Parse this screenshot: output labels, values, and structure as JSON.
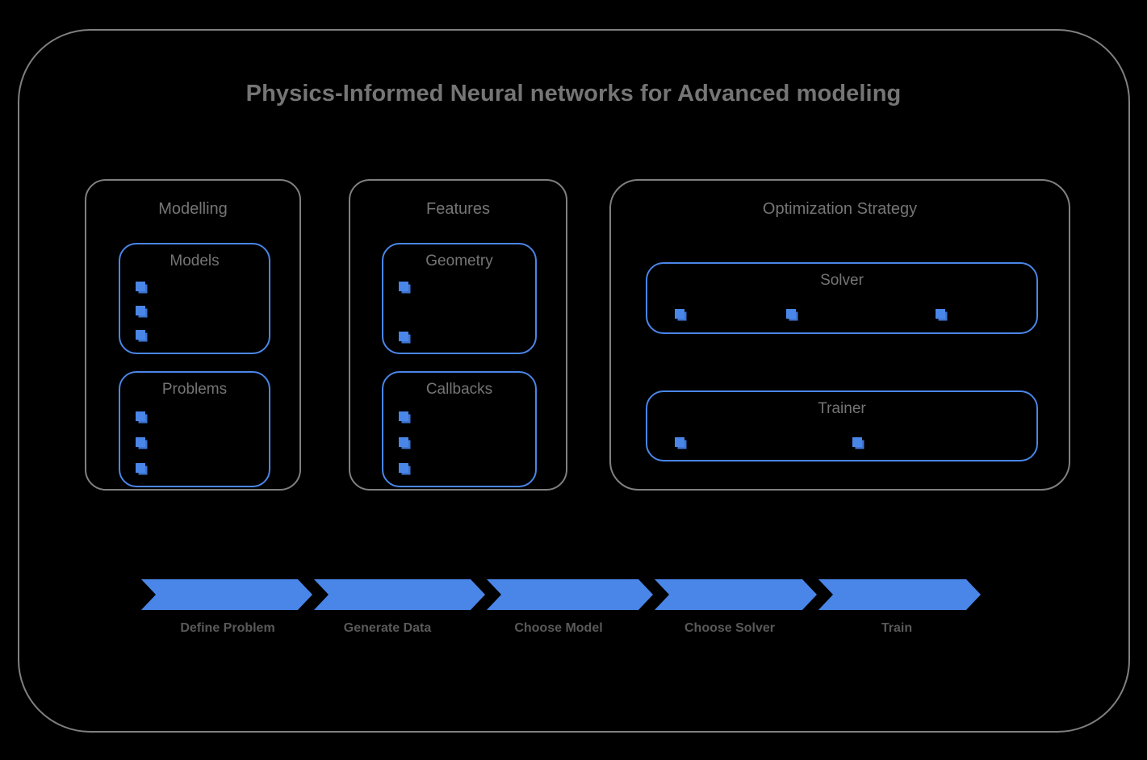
{
  "diagram": {
    "title": "Physics-Informed Neural networks for Advanced modeling",
    "colors": {
      "background": "#000000",
      "frame_border": "#808080",
      "panel_border": "#808080",
      "accent_blue": "#4a86e8",
      "accent_blue_shadow": "#3d74cf",
      "title_text": "#757575",
      "label_text": "#757575",
      "pipeline_label_text": "#595959"
    },
    "groups": [
      {
        "name": "modelling",
        "title": "Modelling",
        "boxes": [
          {
            "name": "models",
            "title": "Models",
            "bullet_count": 3
          },
          {
            "name": "problems",
            "title": "Problems",
            "bullet_count": 3
          }
        ]
      },
      {
        "name": "features",
        "title": "Features",
        "boxes": [
          {
            "name": "geometry",
            "title": "Geometry",
            "bullet_count": 2
          },
          {
            "name": "callbacks",
            "title": "Callbacks",
            "bullet_count": 3
          }
        ]
      },
      {
        "name": "optimization-strategy",
        "title": "Optimization Strategy",
        "boxes": [
          {
            "name": "solver",
            "title": "Solver",
            "bullet_count": 3
          },
          {
            "name": "trainer",
            "title": "Trainer",
            "bullet_count": 2
          }
        ]
      }
    ],
    "pipeline": {
      "steps": [
        {
          "name": "define-problem",
          "label": "Define Problem"
        },
        {
          "name": "generate-data",
          "label": "Generate Data"
        },
        {
          "name": "choose-model",
          "label": "Choose Model"
        },
        {
          "name": "choose-solver",
          "label": "Choose Solver"
        },
        {
          "name": "train",
          "label": "Train"
        }
      ]
    }
  }
}
